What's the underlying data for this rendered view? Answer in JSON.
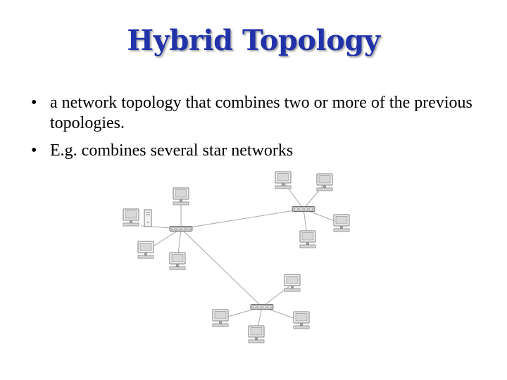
{
  "slide": {
    "title": "Hybrid Topology",
    "bullet_glyph": "•",
    "bullets": [
      "a network topology that combines two or more of the previous topologies.",
      "E.g. combines several star networks"
    ]
  },
  "diagram": {
    "colors": {
      "line": "#a8a8a8",
      "device_stroke": "#7a7a7a",
      "device_fill": "#f2f2f2",
      "screen": "#d8d8d8",
      "hub_fill": "#c4c4c4"
    },
    "icons": {
      "hub": "network-hub-icon",
      "computer": "desktop-computer-icon",
      "tower": "computer-tower-icon"
    }
  }
}
